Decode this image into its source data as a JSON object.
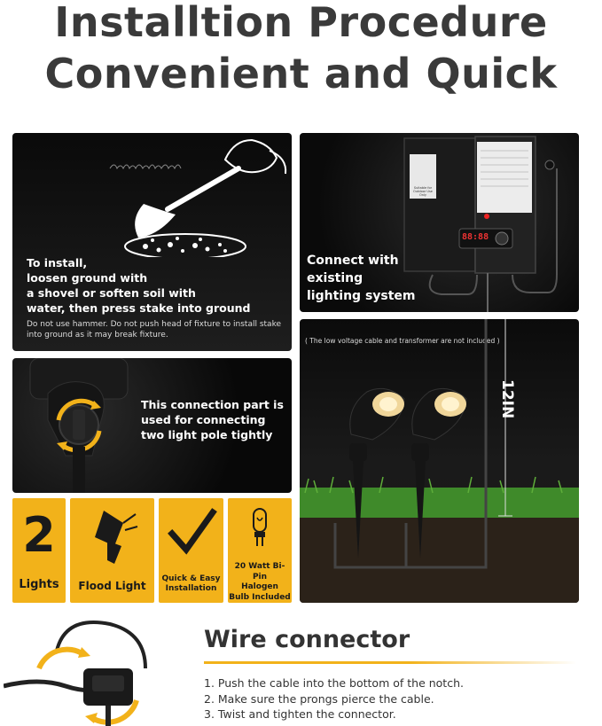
{
  "title": {
    "line1": "Installtion Procedure",
    "line2": "Convenient and Quick"
  },
  "install_panel": {
    "heading_lines": [
      "To install,",
      "loosen ground with",
      "a shovel or soften soil with",
      "water, then press stake into ground"
    ],
    "note": "Do not use hammer. Do not push head of fixture to install stake into ground as it may break fixture."
  },
  "connection_panel": {
    "text": "This connection part is used for connecting two light pole tightly"
  },
  "transformer_panel": {
    "lines": [
      "Connect with",
      "existing",
      "lighting system"
    ],
    "sticker_text": "Suitable for Outdoor Use Only",
    "timer_display": "88:88"
  },
  "lights_panel": {
    "note": "( The low voltage cable and transformer are not included )",
    "dimension": "12IN"
  },
  "badges": [
    {
      "big": "2",
      "label": "Lights"
    },
    {
      "label": "Flood Light",
      "icon": "flood-light-icon"
    },
    {
      "label_lines": [
        "Quick & Easy",
        "Installation"
      ],
      "icon": "checkmark-icon"
    },
    {
      "label_lines": [
        "20 Watt Bi-Pin",
        "Halogen",
        "Bulb Included"
      ],
      "icon": "halogen-bulb-icon"
    }
  ],
  "wire_connector": {
    "title": "Wire connector",
    "steps": [
      "1. Push the cable into the bottom of the notch.",
      "2. Make sure the prongs pierce the cable.",
      "3. Twist and tighten the connector."
    ]
  },
  "colors": {
    "accent": "#f2b21a",
    "panel": "#0f0f0f",
    "title": "#3a3a3a"
  }
}
